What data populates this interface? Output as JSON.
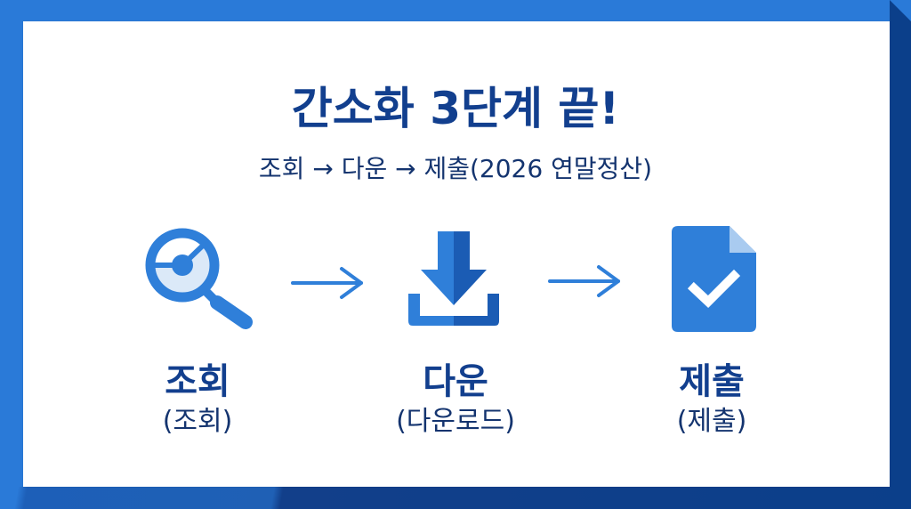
{
  "title": "간소화 3단계 끝!",
  "subtitle": "조회 → 다운 → 제출(2026 연말정산)",
  "steps": [
    {
      "label": "조회",
      "sublabel": "(조회)",
      "icon": "magnifier-icon"
    },
    {
      "label": "다운",
      "sublabel": "(다운로드)",
      "icon": "download-icon"
    },
    {
      "label": "제출",
      "sublabel": "(제출)",
      "icon": "document-check-icon"
    }
  ],
  "arrows": [
    "arrow-right-icon",
    "arrow-right-icon"
  ],
  "colors": {
    "primary_blue": "#2a7ad8",
    "dark_navy": "#0b3f8a",
    "title_navy": "#123f8e",
    "icon_blue": "#2f7fd9",
    "icon_light": "#dbe9f8",
    "background": "#ffffff"
  }
}
